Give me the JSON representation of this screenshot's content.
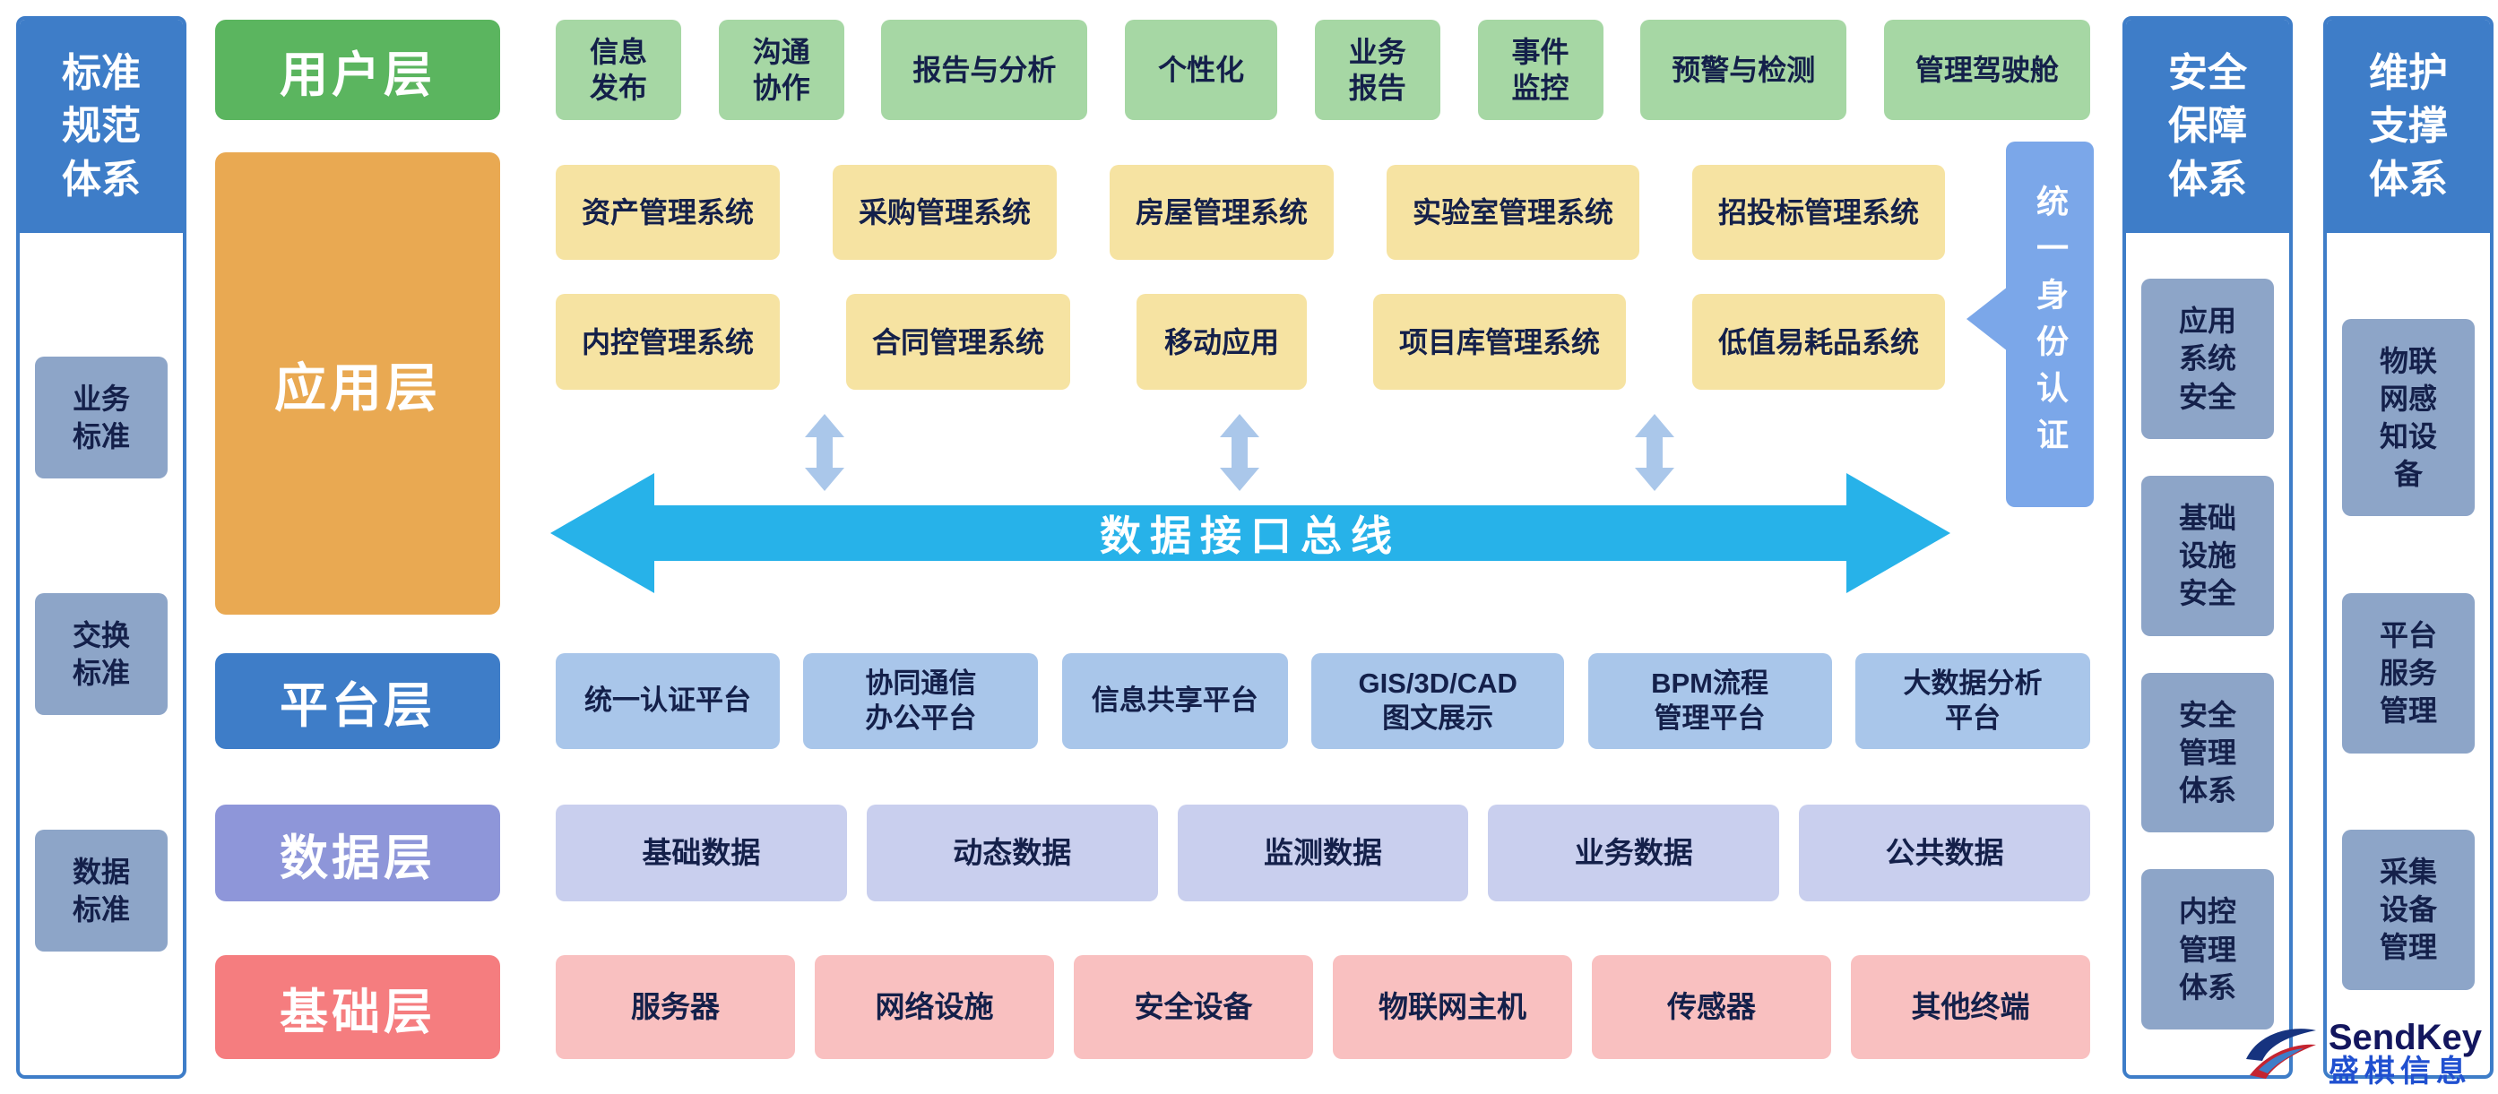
{
  "diagram": {
    "left_sidebar": {
      "title": "标准\n规范\n体系",
      "items": [
        "业务\n标准",
        "交换\n标准",
        "数据\n标准"
      ]
    },
    "layers": {
      "user": "用户层",
      "app": "应用层",
      "platform": "平台层",
      "data": "数据层",
      "base": "基础层"
    },
    "user_items": [
      "信息\n发布",
      "沟通\n协作",
      "报告与分析",
      "个性化",
      "业务\n报告",
      "事件\n监控",
      "预警与检测",
      "管理驾驶舱"
    ],
    "app_items_row1": [
      "资产管理系统",
      "采购管理系统",
      "房屋管理系统",
      "实验室管理系统",
      "招投标管理系统"
    ],
    "app_items_row2": [
      "内控管理系统",
      "合同管理系统",
      "移动应用",
      "项目库管理系统",
      "低值易耗品系统"
    ],
    "auth_label": "统一身份认证",
    "bus_label": "数据接口总线",
    "platform_items": [
      "统一认证平台",
      "协同通信\n办公平台",
      "信息共享平台",
      "GIS/3D/CAD\n图文展示",
      "BPM流程\n管理平台",
      "大数据分析\n平台"
    ],
    "data_items": [
      "基础数据",
      "动态数据",
      "监测数据",
      "业务数据",
      "公共数据"
    ],
    "base_items": [
      "服务器",
      "网络设施",
      "安全设备",
      "物联网主机",
      "传感器",
      "其他终端"
    ],
    "security_sidebar": {
      "title": "安全\n保障\n体系",
      "items": [
        "应用\n系统\n安全",
        "基础\n设施\n安全",
        "安全\n管理\n体系",
        "内控\n管理\n体系"
      ]
    },
    "maintenance_sidebar": {
      "title": "维护\n支撑\n体系",
      "items": [
        "物联\n网感\n知设\n备",
        "平台\n服务\n管理",
        "采集\n设备\n管理"
      ]
    },
    "logo": {
      "brand": "SendKey",
      "company": "盛棋信息"
    },
    "colors": {
      "user_layer": "#5bb55f",
      "user_item": "#a6d7a4",
      "app_layer": "#e9a952",
      "app_item": "#f6e3a2",
      "platform_layer": "#3e7dc8",
      "platform_item": "#a9c6ea",
      "data_layer": "#8e96d9",
      "data_item": "#c9cfee",
      "base_layer": "#f57d7f",
      "base_item": "#f9c0c0",
      "bus": "#27b2e9",
      "auth_box": "#7ba7e9",
      "sidebar_header": "#3e7dc8",
      "sidebar_item": "#8da5c8"
    }
  }
}
